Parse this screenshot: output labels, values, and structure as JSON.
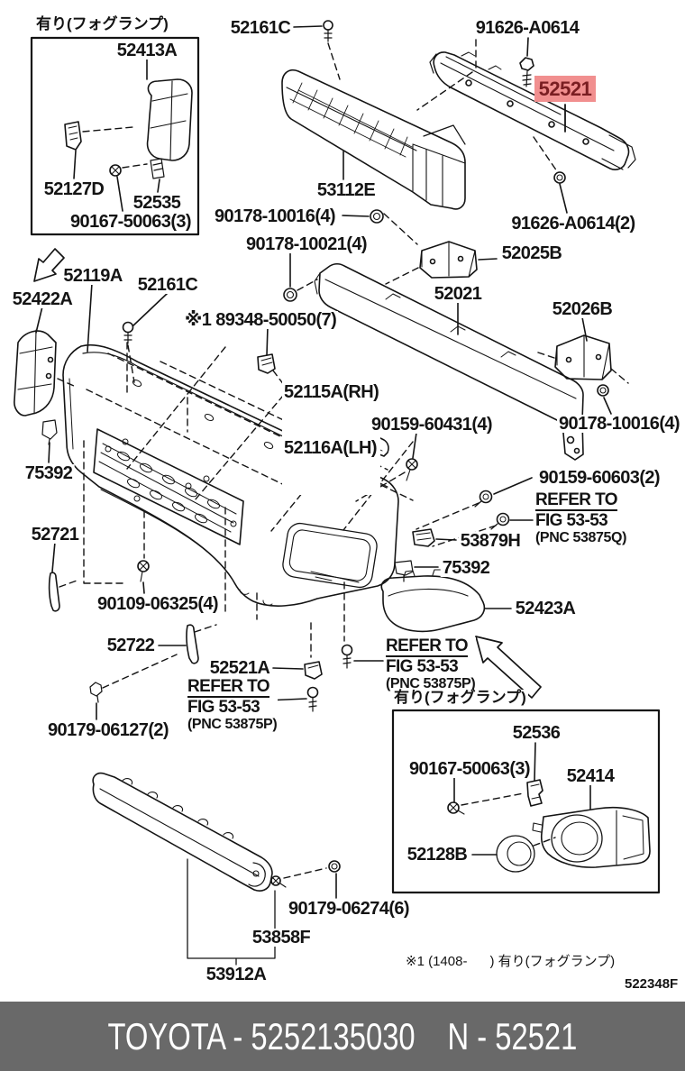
{
  "diagram": {
    "highlight": {
      "part_number": "52521",
      "bg_color": "#F18F8F",
      "text_color": "#7A1E22"
    },
    "insets": {
      "top_left_caption": "有り(フォグランプ)",
      "bottom_right_caption": "有り(フォグランプ)"
    },
    "part_labels": {
      "p52413A": "52413A",
      "p52127D": "52127D",
      "p52535": "52535",
      "p90167_50063_top": "90167-50063(3)",
      "p52161C_top": "52161C",
      "p91626_A0614": "91626-A0614",
      "p53112E": "53112E",
      "p90178_10016_top": "90178-10016(4)",
      "p91626_A0614_2": "91626-A0614(2)",
      "p90178_10021": "90178-10021(4)",
      "p52025B": "52025B",
      "p52021": "52021",
      "p52119A": "52119A",
      "p52161C_mid": "52161C",
      "p52422A": "52422A",
      "p52026B": "52026B",
      "p89348_50050": "※1 89348-50050(7)",
      "p52115A": "52115A(RH)",
      "p52116A": "52116A(LH)",
      "p90159_60431": "90159-60431(4)",
      "p90178_10016_right": "90178-10016(4)",
      "p75392_left": "75392",
      "p90159_60603": "90159-60603(2)",
      "p53879H": "53879H",
      "p52721": "52721",
      "p75392_right": "75392",
      "p52423A": "52423A",
      "p90109_06325": "90109-06325(4)",
      "p52722": "52722",
      "p52521A": "52521A",
      "p90179_06127": "90179-06127(2)",
      "p52536": "52536",
      "p90167_50063_bottom": "90167-50063(3)",
      "p52414": "52414",
      "p52128B": "52128B",
      "p90179_06274": "90179-06274(6)",
      "p53858F": "53858F",
      "p53912A": "53912A"
    },
    "refer_notes": {
      "q": {
        "line1": "REFER TO",
        "line2": "FIG 53-53",
        "line3": "(PNC 53875Q)"
      },
      "p_left": {
        "line1": "REFER TO",
        "line2": "FIG 53-53",
        "line3": "(PNC 53875P)"
      },
      "p_right": {
        "line1": "REFER TO",
        "line2": "FIG 53-53",
        "line3": "(PNC 53875P)"
      }
    },
    "footnote": "※1 (1408-      ) 有り(フォグランプ)",
    "figure_code": "522348F"
  },
  "footer": {
    "catalog_number": "TOYOTA - 5252135030",
    "part_reference": "N - 52521"
  }
}
